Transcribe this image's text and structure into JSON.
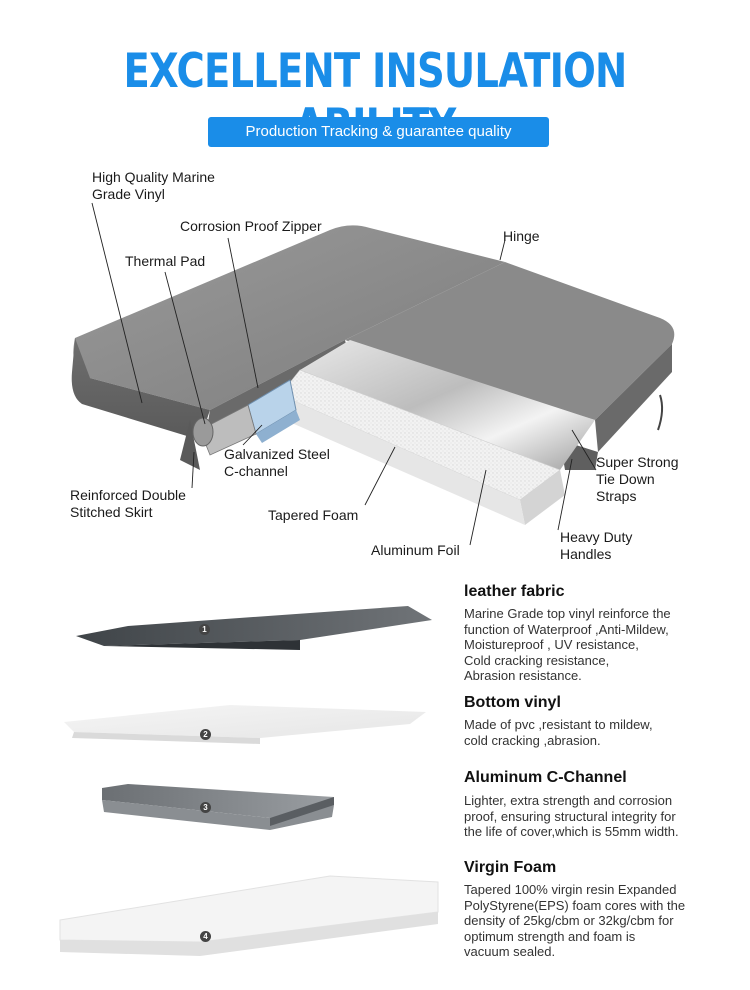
{
  "header": {
    "title": "EXCELLENT INSULATION ABILITY",
    "badge": "Production Tracking & guarantee quality"
  },
  "diagram_labels": {
    "vinyl": "High Quality Marine\nGrade Vinyl",
    "zipper": "Corrosion Proof Zipper",
    "hinge": "Hinge",
    "thermal_pad": "Thermal Pad",
    "c_channel": "Galvanized Steel\nC-channel",
    "skirt": "Reinforced Double\nStitched Skirt",
    "tapered_foam": "Tapered Foam",
    "aluminum_foil": "Aluminum Foil",
    "straps": "Super Strong\nTie Down\nStraps",
    "handles": "Heavy Duty\nHandles"
  },
  "layers": [
    {
      "number": "1",
      "title": "leather fabric",
      "description": "Marine Grade top vinyl reinforce the\nfunction of Waterproof ,Anti-Mildew,\nMoistureproof , UV resistance,\nCold cracking resistance,\nAbrasion resistance."
    },
    {
      "number": "2",
      "title": "Bottom vinyl",
      "description": "Made of pvc ,resistant to mildew,\ncold cracking ,abrasion."
    },
    {
      "number": "3",
      "title": "Aluminum C-Channel",
      "description": "Lighter, extra strength and corrosion\nproof, ensuring structural integrity for\nthe life of cover,which is 55mm width."
    },
    {
      "number": "4",
      "title": "Virgin Foam",
      "description": "Tapered 100% virgin resin Expanded\nPolyStyrene(EPS) foam cores with the\ndensity of 25kg/cbm or 32kg/cbm for\noptimum strength and foam is\nvacuum sealed."
    }
  ],
  "colors": {
    "accent": "#1a8de8",
    "cover_gray": "#8c8c8c"
  }
}
